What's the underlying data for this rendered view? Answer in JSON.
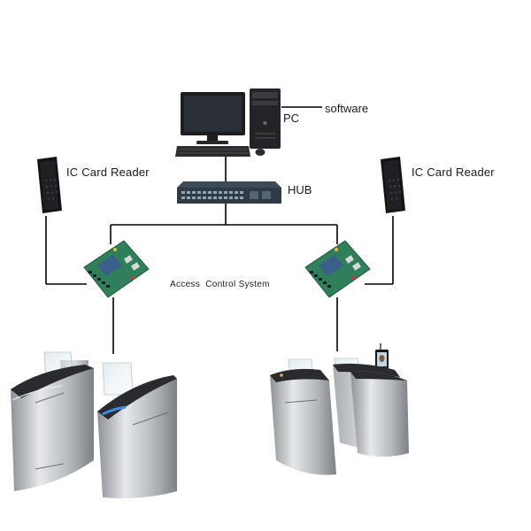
{
  "labels": {
    "software": "software",
    "pc": "PC",
    "hub": "HUB",
    "card_reader_left": "IC Card Reader",
    "card_reader_right": "IC Card Reader",
    "access_control": "Access  Control System"
  },
  "colors": {
    "line": "#000000",
    "device_dark": "#1c1c1c",
    "board_green": "#2f7f5a",
    "gate_steel": "#b8bcc0",
    "indicator_blue": "#3a8ee8"
  }
}
